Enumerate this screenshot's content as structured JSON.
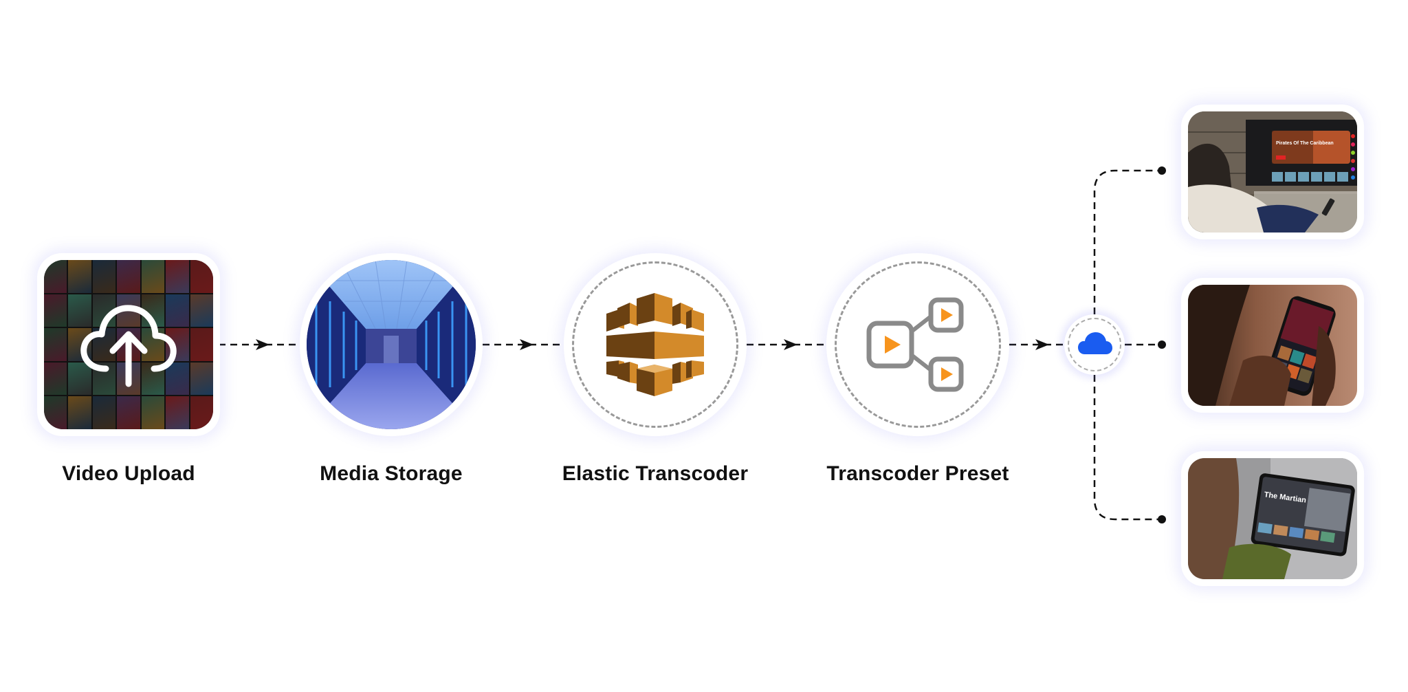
{
  "diagram": {
    "title": "Video transcoding pipeline",
    "steps": [
      {
        "id": "video-upload",
        "label": "Video Upload",
        "icon": "cloud-upload-icon"
      },
      {
        "id": "media-storage",
        "label": "Media Storage",
        "icon": "data-center-image"
      },
      {
        "id": "elastic-transcoder",
        "label": "Elastic Transcoder",
        "icon": "aws-elastic-transcoder-icon"
      },
      {
        "id": "transcoder-preset",
        "label": "Transcoder Preset",
        "icon": "preset-branch-icon"
      }
    ],
    "hub": {
      "icon": "cloud-icon"
    },
    "outputs": [
      {
        "id": "smart-tv",
        "label": "Smart TV",
        "screen_title": "Pirates Of The Caribbean"
      },
      {
        "id": "smartphone",
        "label": "Smartphone"
      },
      {
        "id": "tablet",
        "label": "Tablet",
        "screen_title": "The Martian"
      }
    ],
    "edges": [
      {
        "from": "video-upload",
        "to": "media-storage",
        "style": "dashed-arrow"
      },
      {
        "from": "media-storage",
        "to": "elastic-transcoder",
        "style": "dashed-arrow"
      },
      {
        "from": "elastic-transcoder",
        "to": "transcoder-preset",
        "style": "dashed-arrow"
      },
      {
        "from": "transcoder-preset",
        "to": "hub",
        "style": "dashed-arrow"
      },
      {
        "from": "hub",
        "to": "smart-tv",
        "style": "dashed-dot"
      },
      {
        "from": "hub",
        "to": "smartphone",
        "style": "dashed-dot"
      },
      {
        "from": "hub",
        "to": "tablet",
        "style": "dashed-dot"
      }
    ],
    "colors": {
      "accent_orange": "#f7941d",
      "aws_orange": "#d38a2a",
      "aws_dark": "#6b4112",
      "icon_gray": "#8a8a8a",
      "cloud_blue": "#1a5cf0",
      "glow": "#8c8cf0"
    }
  }
}
